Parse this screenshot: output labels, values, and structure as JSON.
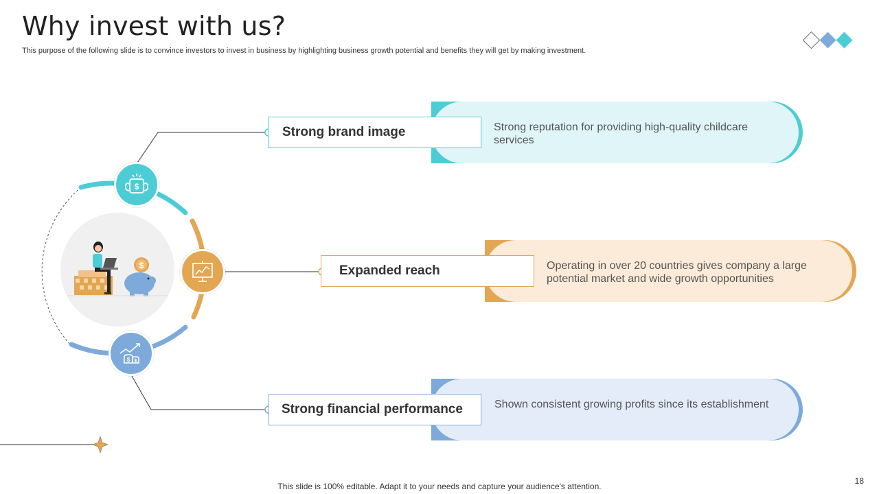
{
  "slide": {
    "title": "Why invest with us?",
    "subtitle": "This purpose of the following slide is to convince investors to invest in business by highlighting business growth potential and benefits they will get by making investment.",
    "footer": "This slide is 100% editable. Adapt it to your needs and capture your audience's attention.",
    "page_number": "18"
  },
  "items": [
    {
      "label": "Strong brand image",
      "description": "Strong reputation for providing high-quality childcare services",
      "icon": "money-bag-icon",
      "color": "#4ccdd6",
      "fill": "#dff5f8"
    },
    {
      "label": "Expanded reach",
      "description": "Operating in over 20 countries gives company a large potential market and wide growth opportunities",
      "icon": "presentation-board-icon",
      "color": "#e3a653",
      "fill": "#fbebd8"
    },
    {
      "label": "Strong financial performance",
      "description": "Shown consistent growing profits since its establishment",
      "icon": "growth-money-icon",
      "color": "#7eaadb",
      "fill": "#e3ecf8"
    }
  ],
  "decor": {
    "diamond_colors": [
      "#ffffff",
      "#7eaadb",
      "#4ccdd6"
    ],
    "center_illustration": "woman-laptop-piggy-bank-illustration"
  }
}
